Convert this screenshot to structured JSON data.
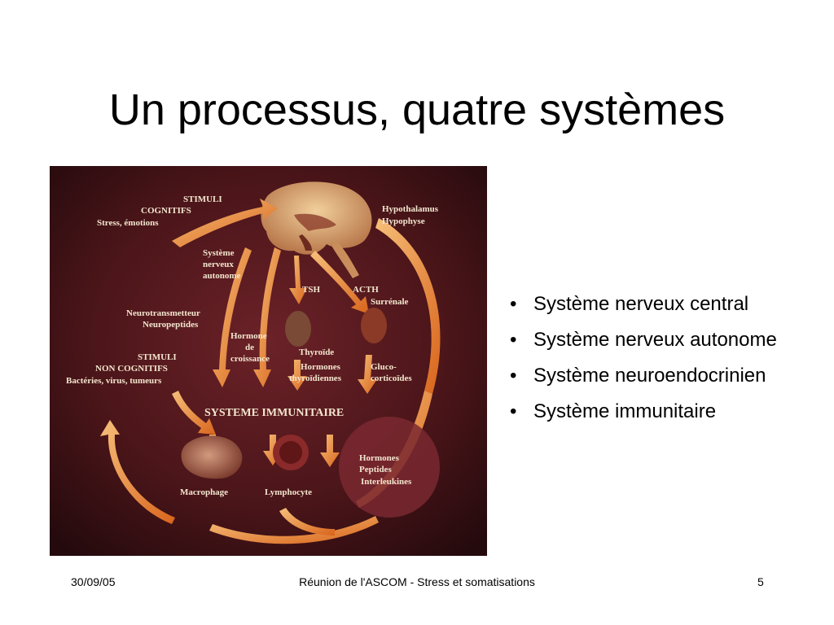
{
  "slide": {
    "title": "Un processus, quatre systèmes"
  },
  "figure": {
    "labels": {
      "stimuli_cognitifs": "STIMULI",
      "cognitifs": "COGNITIFS",
      "stress": "Stress, émotions",
      "hypothalamus": "Hypothalamus",
      "hypophyse": "Hypophyse",
      "systeme": "Système",
      "nerveux": "nerveux",
      "autonome": "autonome",
      "tsh": "TSH",
      "acth": "ACTH",
      "surrenale": "Surrénale",
      "neurotransmetteur": "Neurotransmetteur",
      "neuropeptides": "Neuropeptides",
      "hormone": "Hormone",
      "de": "de",
      "croissance": "croissance",
      "thyroide": "Thyroïde",
      "hormones_thyro": "Hormones",
      "thyroidiennes": "thyroïdiennes",
      "gluco": "Gluco-",
      "corticoides": "corticoïdes",
      "stimuli_non": "STIMULI",
      "non_cognitifs": "NON COGNITIFS",
      "bacteries": "Bactéries, virus, tumeurs",
      "systeme_immunitaire": "SYSTEME IMMUNITAIRE",
      "hormones": "Hormones",
      "peptides": "Peptides",
      "interleukines": "Interleukines",
      "macrophage": "Macrophage",
      "lymphocyte": "Lymphocyte"
    }
  },
  "bullets": [
    "Système nerveux central",
    "Système nerveux autonome",
    "Système neuroendocrinien",
    "Système immunitaire"
  ],
  "footer": {
    "date": "30/09/05",
    "center": "Réunion de l'ASCOM - Stress et somatisations",
    "page": "5"
  },
  "colors": {
    "figure_bg_dark": "#2a0b10",
    "figure_bg_mid": "#5a1c22",
    "arrow": "#e8862e",
    "label": "#f4e6cf"
  }
}
